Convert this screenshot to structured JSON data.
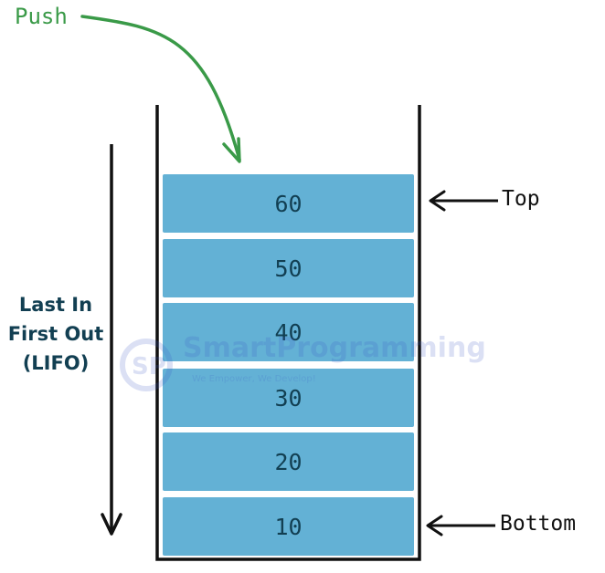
{
  "push_label": "Push",
  "lifo_lines": [
    "Last In",
    "First Out",
    "(LIFO)"
  ],
  "stack_items": [
    "60",
    "50",
    "40",
    "30",
    "20",
    "10"
  ],
  "top_label": "Top",
  "bottom_label": "Bottom",
  "watermark": {
    "brand": "SmartProgramming",
    "tagline": "We Empower, We Develop!"
  },
  "colors": {
    "item_fill": "#63b1d5",
    "item_text": "#123f52",
    "push": "#3a9a48",
    "lifo_text": "#123f52",
    "lines": "#111111"
  }
}
